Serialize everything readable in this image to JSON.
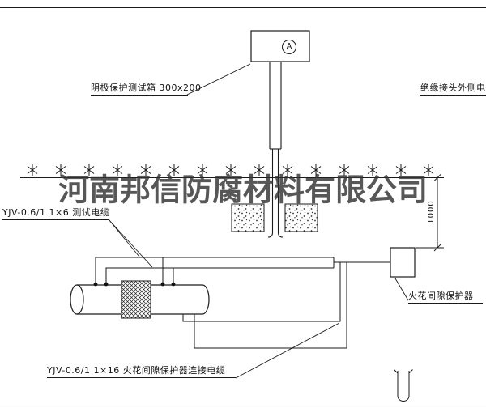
{
  "company_watermark": "河南邦信防腐材料有限公司",
  "labels": {
    "test_box": "阴极保护测试箱 300x200",
    "outer_cable": "绝缘接头外侧电缆",
    "test_cable": "YJV-0.6/1 1×6  测试电缆",
    "spark_gap": "火花间隙保护器",
    "connect_cable": "YJV-0.6/1 1×16  火花间隙保护器连接电缆",
    "dimension_height": "1000",
    "meter_mark": "A"
  },
  "colors": {
    "line": "#1a1a1a",
    "watermark": "#333333",
    "background": "#ffffff"
  }
}
